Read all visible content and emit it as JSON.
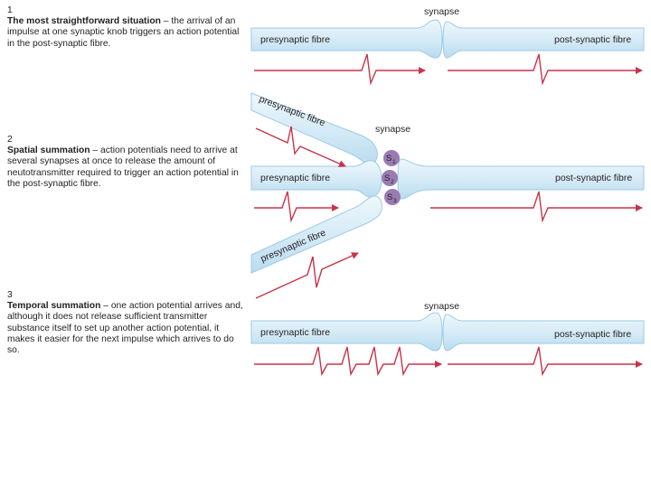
{
  "panels": [
    {
      "number": "1",
      "bold_lead": "The most straightforward situation",
      "text": " – the arrival of an impulse at one synaptic knob triggers an action potential in the post-synaptic fibre.",
      "labels": {
        "synapse": "synapse",
        "pre": "presynaptic fibre",
        "post": "post-synaptic fibre"
      }
    },
    {
      "number": "2",
      "bold_lead": "Spatial summation",
      "text": " – action potentials need to arrive at several synapses at once to release the amount of neutotransmitter required to trigger an action potential in the post-synaptic fibre.",
      "labels": {
        "synapse": "synapse",
        "pre": "presynaptic fibre",
        "post": "post-synaptic fibre",
        "pre_upper": "presynaptic fibre",
        "pre_lower": "presynaptic fibre",
        "knobs": [
          {
            "letter": "S",
            "sub": "1"
          },
          {
            "letter": "S",
            "sub": "2"
          },
          {
            "letter": "S",
            "sub": "3"
          }
        ]
      }
    },
    {
      "number": "3",
      "bold_lead": "Temporal summation",
      "text": " – one action potential arrives and, although it does not release sufficient transmitter substance itself to set up another action potential, it makes it easier for the next impulse which arrives to do so.",
      "labels": {
        "synapse": "synapse",
        "pre": "presynaptic fibre",
        "post": "post-synaptic fibre"
      }
    }
  ],
  "colors": {
    "fibre_fill": "#dbeef8",
    "fibre_edge": "#9ccbe6",
    "impulse_line": "#c8344a",
    "knob_fill": "#9b7bb3",
    "text": "#231f20"
  }
}
